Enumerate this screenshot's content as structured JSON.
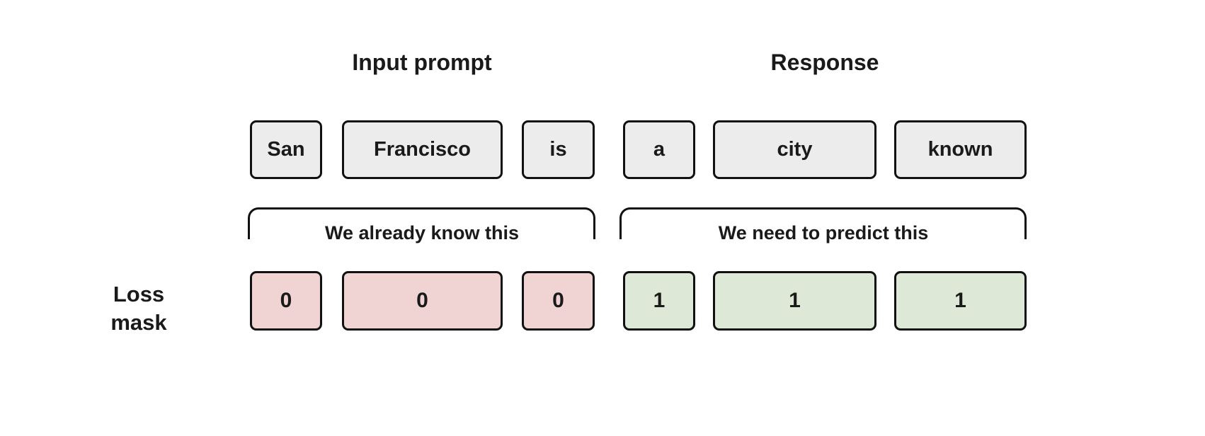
{
  "headers": {
    "input_prompt": "Input prompt",
    "response": "Response"
  },
  "tokens": [
    {
      "text": "San",
      "group": "prompt"
    },
    {
      "text": "Francisco",
      "group": "prompt"
    },
    {
      "text": "is",
      "group": "prompt"
    },
    {
      "text": "a",
      "group": "response"
    },
    {
      "text": "city",
      "group": "response"
    },
    {
      "text": "known",
      "group": "response"
    }
  ],
  "brackets": {
    "prompt_label": "We already know this",
    "response_label": "We need to predict this"
  },
  "loss_mask": {
    "row_label": "Loss\nmask",
    "values": [
      "0",
      "0",
      "0",
      "1",
      "1",
      "1"
    ]
  },
  "colors": {
    "token_bg": "#ececec",
    "masked_zero_bg": "#efd4d3",
    "predicted_one_bg": "#dde9d6",
    "border": "#111111",
    "text": "#1a1a1a",
    "background": "#ffffff"
  }
}
